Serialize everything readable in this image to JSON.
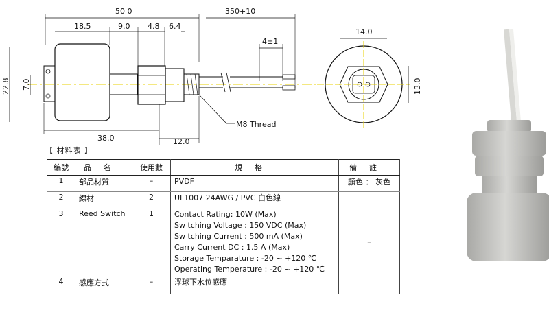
{
  "drawing": {
    "dims": {
      "total_length": "50 0",
      "cable_length": "350+10",
      "body_length": "18.5",
      "gap": "9.0",
      "nut_width": "4.8",
      "washer_width": "6.4",
      "strip": "4±1",
      "height": "22.8",
      "inner": "7.0",
      "overall_38": "38.0",
      "thread_len": "12.0",
      "nut_flat": "14.0",
      "nut_height": "13.0"
    },
    "callout": "M8 Thread"
  },
  "table": {
    "title": "【 材料表 】",
    "headers": [
      "編號",
      "品名",
      "使用數",
      "規格",
      "備註"
    ],
    "rows": [
      {
        "no": "1",
        "name": "部品材質",
        "qty": "–",
        "spec": [
          "PVDF"
        ],
        "note": "顏色 ： 灰色"
      },
      {
        "no": "2",
        "name": "線材",
        "qty": "2",
        "spec": [
          "UL1007 24AWG / PVC 白色線"
        ],
        "note": ""
      },
      {
        "no": "3",
        "name": "Reed Switch",
        "qty": "1",
        "spec": [
          "Contact Rating: 10W (Max)",
          "Sw tching Voltage : 150 VDC (Max)",
          "Sw tching Current : 500 mA (Max)",
          "Carry Current DC : 1.5 A (Max)",
          "Storage Temparature : -20 ~ +120 ℃",
          "Operating Temperature : -20 ~ +120 ℃"
        ],
        "note": "–"
      },
      {
        "no": "4",
        "name": "感應方式",
        "qty": "–",
        "spec": [
          "浮球下水位感應"
        ],
        "note": ""
      }
    ]
  },
  "colors": {
    "drawing_line": "#111111",
    "centerline": "#e8d000",
    "product_body": "#c9c9c6",
    "cable": "#e9e9e6"
  }
}
